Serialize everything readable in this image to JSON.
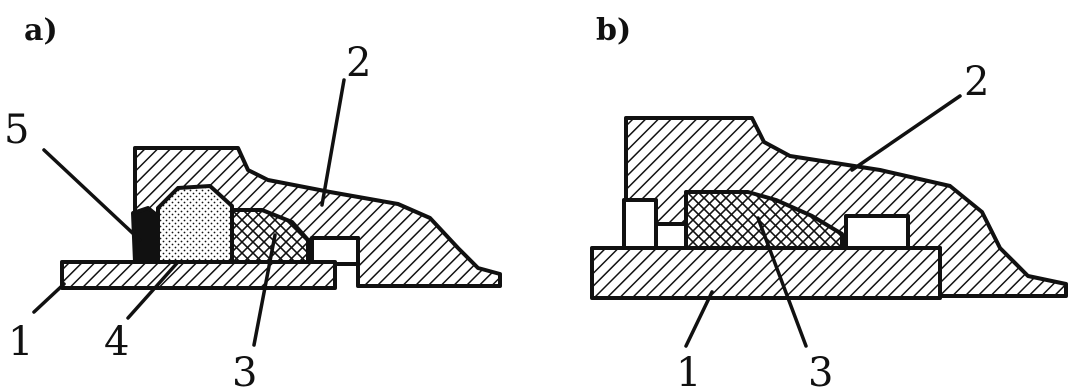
{
  "panels": {
    "a": {
      "label": "a)"
    },
    "b": {
      "label": "b)"
    }
  },
  "callouts": {
    "a": {
      "c1": "1",
      "c2": "2",
      "c3": "3",
      "c4": "4",
      "c5": "5"
    },
    "b": {
      "c1": "1",
      "c2": "2",
      "c3": "3"
    }
  }
}
